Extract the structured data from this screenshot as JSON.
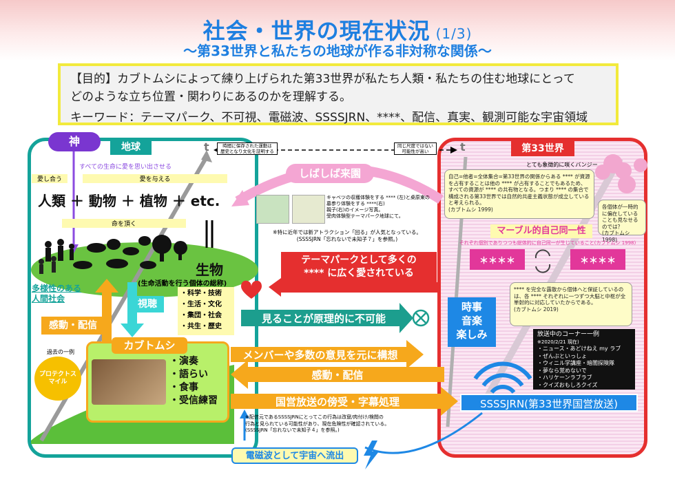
{
  "header": {
    "title": "社会・世界の現在状況",
    "title_fraction": "(1/3)",
    "subtitle": "〜第33世界と私たちの地球が作る非対称な関係〜"
  },
  "purpose": {
    "line1": "【目的】カブトムシによって練り上げられた第33世界が私たち人類・私たちの住む地球にとって",
    "line2": "どのような立ち位置・関わりにあるのかを理解する。",
    "keywords": "キーワード：テーマパーク、不可視、電磁波、SSSSJRN、****、配信、真実、観測可能な宇宙領域"
  },
  "earth": {
    "god_label": "神",
    "earth_label": "地球",
    "love_text": "すべての生命に愛を思い出させる",
    "mutual_love": "愛し合う",
    "give_love": "愛を与える",
    "beings_line": "人類 ＋ 動物 ＋ 植物 ＋ etc.",
    "receive_life": "命を頂く",
    "equals": "‖",
    "organism": "生物",
    "organism_desc": "(生命活動を行う個体の総称)",
    "diverse_society": "多様性のある\n人間社会",
    "watch": "視聴",
    "topics": [
      "・科学・技術",
      "・生活・文化",
      "・集団・社会",
      "・共生・歴史"
    ],
    "emotion": "感動・配信",
    "past_example": "過去の一例",
    "past_badge": "プロテクトスマイル",
    "kabuto_label": "カブトムシ",
    "kabuto_activities": [
      "・演奏",
      "・語らい",
      "・食事",
      "・受信練習"
    ],
    "axis_t": "t"
  },
  "middle": {
    "time_note_left": "時間に保存された運動は\n歴史となり文化を証明する",
    "time_note_right": "同じ尺度ではない\n可能性が高い",
    "visit": "しばしば来園",
    "cabbage_note": "キャベツの収穫体験をする **** (左)と桌原東の墓参り体験をする ****(右)\n親子(右)のイメージ写真。\n受肉体験型テーマパーク地球にて。",
    "attraction_note": "※特に近年では新アトラクション「回る」が人気となっている。\n(SSSSJRN「忘れないで未知子７」を参照。)",
    "theme_park": "テーマパークとして多くの\n**** に広く愛されている",
    "invisible": "見ることが原理的に不可能",
    "compose": "メンバーや多数の意見を元に構想",
    "emotion_deliver": "感動・配信",
    "broadcast": "国営放送の傍受・字幕処理",
    "broadcast_note": "※配信元であるSSSSJRNにとってこの行為は改竄/肉付け/検閲の\n行為と見られている可能性があり、現在危険性が確認されている。\n(SSSSJRN「忘れないで未知子４」を参照。)",
    "em_wave": "電磁波として宇宙へ流出"
  },
  "world33": {
    "label": "第33世界",
    "bansie": "とても象徴的に咲くバンジー",
    "self_other": "自己=他者=全体集合=第33世界の関係からある **** が資源を占有することは他の **** が占有することでもあるため、すべての資源が **** の共有物となる。つまり **** の集合で構成される第33世界では自然的共産主義状態が成立していると考えられる。\n(カブトムシ 1999)",
    "individual": "各個体が一時的に偏在していることも見なせるのでは？\n(カブトムシ 1998)",
    "marble": "マーブル的自己同一性",
    "marble_note": "それぞれ個別でありつつも総体的に自己同一が生じていること(カブトムシ 1998)",
    "stars_left": "＊＊＊＊",
    "stars_right": "＊＊＊＊",
    "privacy": "**** を完全な露散から個体へと保証しているのは、各 **** それぞれに一つずつ大脳と中枢が全単射的に対応していたからである。\n(カブトムシ 2019)",
    "current_events": "時事\n音楽\n楽しみ",
    "corner_title": "放送中のコーナー一例",
    "corner_date": "※2020/2/21 現在)",
    "corners": [
      "・ニュース・あどけねえ my ラブ",
      "・ぜんぶといっしょ",
      "・ウィニル学講座・暗闇探険隊",
      "・夢なら覚めないで",
      "・ハリケーンラブラブ",
      "・クイズおもしろクイズ"
    ],
    "ssssjrn": "SSSSJRN(第33世界国営放送)",
    "axis_t": "t"
  },
  "icons": {
    "heart": "heart-icon",
    "cross": "no-entry-icon",
    "lightning": "lightning-icon",
    "wifi": "broadcast-wave-icon",
    "refresh": "cycle-arrows-icon",
    "sun": "sun-icon"
  },
  "colors": {
    "teal": "#14a39a",
    "red": "#e52f2f",
    "blue": "#1e88e5",
    "orange": "#f6a81c",
    "pink": "#f0a6d0",
    "green": "#1fa37a",
    "purple": "#7a36d0",
    "title_blue": "#1e7fe0"
  }
}
